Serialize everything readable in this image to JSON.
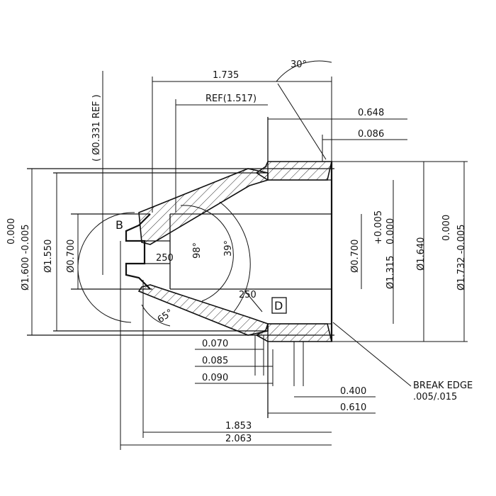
{
  "drawing": {
    "dims": {
      "d1735": "1.735",
      "d30deg": "30°",
      "ref1517": "REF(1.517)",
      "d0331": "( Ø0.331 REF )",
      "d0648": "0.648",
      "d0086": "0.086",
      "d0000_left": "0.000",
      "d1600": "Ø1.600 -0.005",
      "d1550": "Ø1.550",
      "d0700_left": "Ø0.700",
      "d250a": "250",
      "d98deg": "98°",
      "d39deg": "39°",
      "d250b": "250",
      "d65deg": "65°",
      "d0700_right": "Ø0.700",
      "d0005_plus": "+0.005",
      "d0000_mid": "0.000",
      "d1315": "Ø1.315",
      "d1640": "Ø1.640",
      "d0000_right": "0.000",
      "d1732": "Ø1.732 -0.005",
      "d0070": "0.070",
      "d0085": "0.085",
      "d0090": "0.090",
      "d0400": "0.400",
      "d0610": "0.610",
      "d1853": "1.853",
      "d2063": "2.063"
    },
    "labels": {
      "b": "B",
      "d": "D"
    },
    "notes": {
      "break_edge_1": "BREAK EDGE",
      "break_edge_2": ".005/.015"
    }
  }
}
